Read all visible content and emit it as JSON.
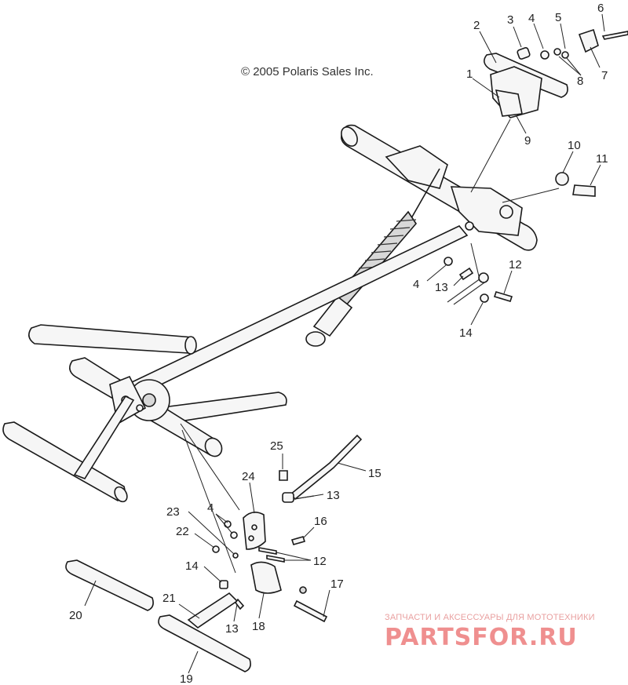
{
  "copyright": "© 2005 Polaris Sales Inc.",
  "callouts": {
    "c1": "1",
    "c2": "2",
    "c3": "3",
    "c4a": "4",
    "c5": "5",
    "c6": "6",
    "c7": "7",
    "c8": "8",
    "c9": "9",
    "c10": "10",
    "c11": "11",
    "c12a": "12",
    "c4b": "4",
    "c13a": "13",
    "c14a": "14",
    "c25": "25",
    "c15": "15",
    "c24": "24",
    "c13b": "13",
    "c4c": "4",
    "c23": "23",
    "c16": "16",
    "c22": "22",
    "c12b": "12",
    "c14b": "14",
    "c17": "17",
    "c21": "21",
    "c20": "20",
    "c13c": "13",
    "c18": "18",
    "c19": "19"
  },
  "watermark": {
    "line1": "ЗАПЧАСТИ И АКСЕССУАРЫ ДЛЯ МОТОТЕХНИКИ",
    "line2": "PARTSFOR.RU"
  }
}
